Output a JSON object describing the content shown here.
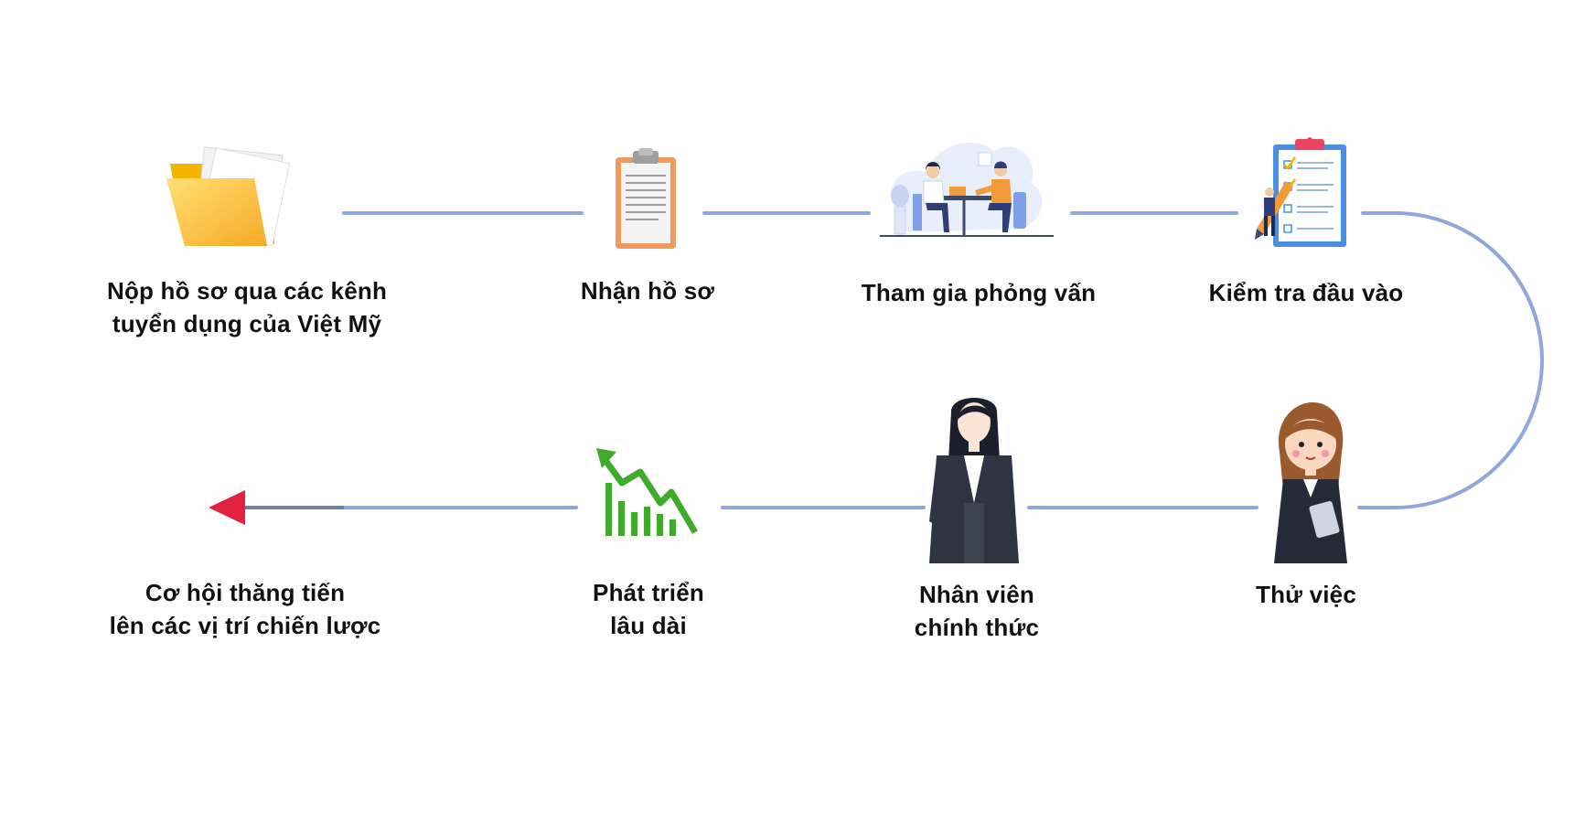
{
  "colors": {
    "line": "#8fa7dc",
    "arrow_head": "#e0213f",
    "text": "#111111",
    "growth_green": "#3eac2a"
  },
  "steps": [
    {
      "icon": "folder-icon",
      "lines": [
        "Nộp hồ sơ qua các kênh",
        "tuyển dụng của Việt Mỹ"
      ]
    },
    {
      "icon": "clipboard-icon",
      "lines": [
        "Nhận hồ sơ"
      ]
    },
    {
      "icon": "interview-icon",
      "lines": [
        "Tham gia phỏng vấn"
      ]
    },
    {
      "icon": "checklist-icon",
      "lines": [
        "Kiểm tra đầu vào"
      ]
    },
    {
      "icon": "trainee-girl-icon",
      "lines": [
        "Thử việc"
      ]
    },
    {
      "icon": "businesswoman-icon",
      "lines": [
        "Nhân viên",
        "chính thức"
      ]
    },
    {
      "icon": "growth-chart-icon",
      "lines": [
        "Phát triển",
        "lâu dài"
      ]
    },
    {
      "icon": "arrow-head-icon",
      "lines": [
        "Cơ hội thăng tiến",
        "lên các vị trí chiến lược"
      ]
    }
  ]
}
